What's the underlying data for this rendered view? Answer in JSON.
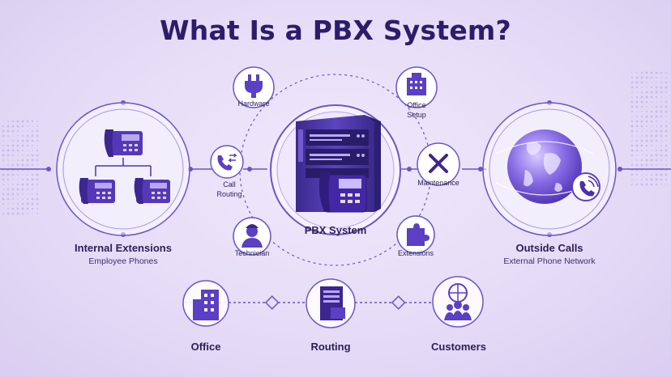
{
  "title": "What Is a PBX System?",
  "center": {
    "label": "PBX System"
  },
  "orbit": {
    "hardware": "Hardware",
    "office_setup": "Office Setup",
    "call_routing": "Call Routing",
    "maintenance": "Maintenance",
    "technician": "Technician",
    "extensions": "Extensions"
  },
  "left": {
    "title": "Internal Extensions",
    "subtitle": "Employee Phones"
  },
  "right": {
    "title": "Outside Calls",
    "subtitle": "External Phone Network"
  },
  "bottom": {
    "office": "Office",
    "routing": "Routing",
    "customers": "Customers"
  },
  "colors": {
    "accent": "#5b3fc4",
    "dark": "#2c1d6b",
    "line": "#6b55c9"
  }
}
